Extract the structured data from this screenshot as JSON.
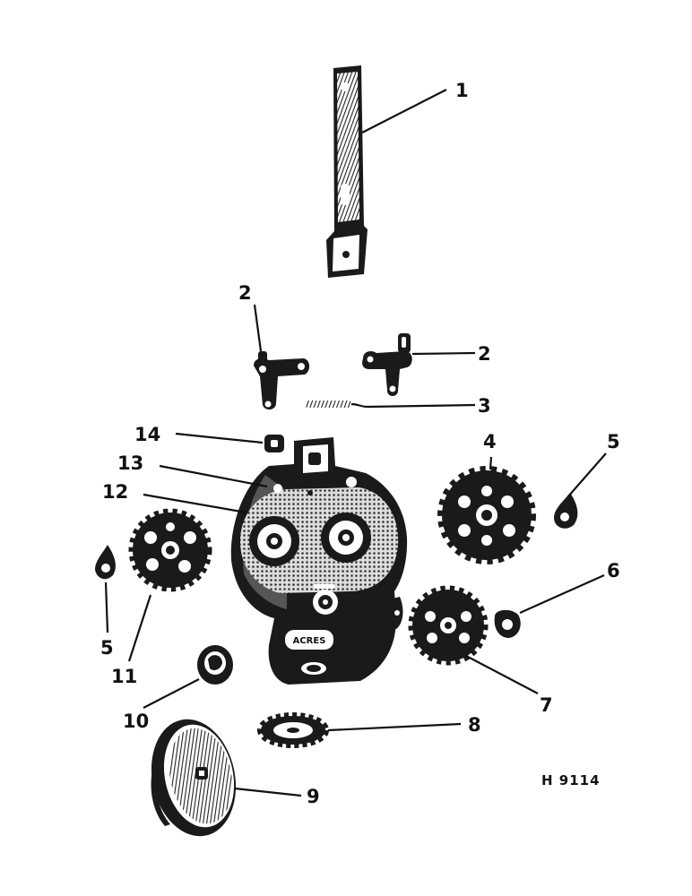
{
  "figure_id": "H 9114",
  "dial_label": "ACRES",
  "callouts": {
    "c1": "1",
    "c2a": "2",
    "c2b": "2",
    "c3": "3",
    "c4": "4",
    "c5a": "5",
    "c5b": "5",
    "c6": "6",
    "c7": "7",
    "c8": "8",
    "c9": "9",
    "c10": "10",
    "c11": "11",
    "c12": "12",
    "c13": "13",
    "c14": "14"
  },
  "colors": {
    "ink": "#1a1a1a",
    "paper": "#ffffff"
  }
}
